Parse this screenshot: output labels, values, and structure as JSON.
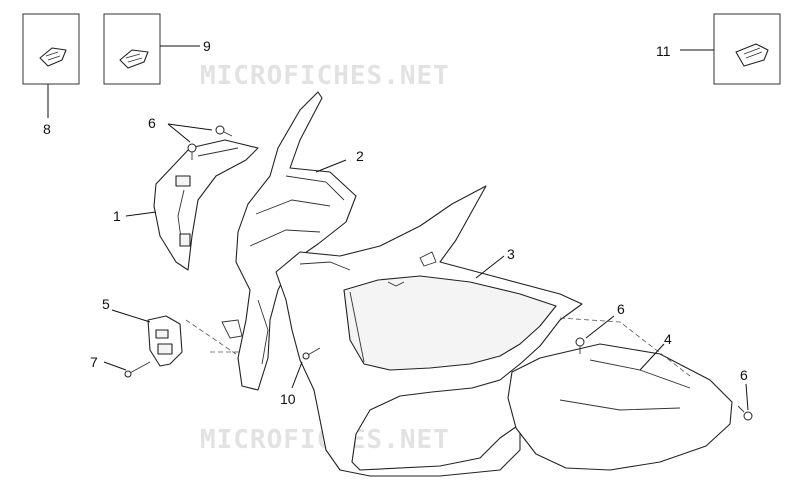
{
  "watermark": {
    "text_top": "MICROFICHES.NET",
    "text_bottom": "MICROFICHES.NET"
  },
  "callouts": {
    "c1": "1",
    "c2": "2",
    "c3": "3",
    "c4": "4",
    "c5": "5",
    "c6a": "6",
    "c6b": "6",
    "c6c": "6",
    "c7": "7",
    "c8": "8",
    "c9": "9",
    "c10": "10",
    "c11": "11"
  }
}
